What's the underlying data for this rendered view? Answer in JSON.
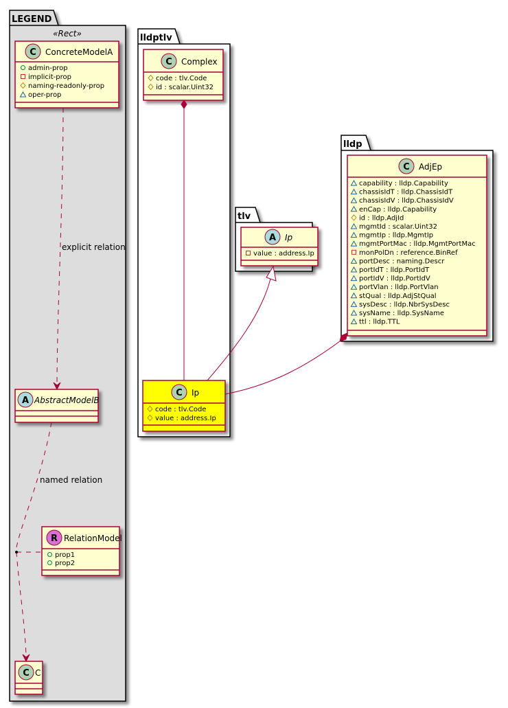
{
  "colors": {
    "class_fill": "#FEFECE",
    "class_border": "#A80036",
    "highlight_fill": "#FFFF00",
    "legend_fill": "#DDDDDD",
    "circle_class": "#ADD1B2",
    "circle_abstract": "#A9DCDF",
    "circle_relation": "#DA70D6",
    "vis_admin": "#038048",
    "vis_implicit": "#C82930",
    "vis_naming": "#B38D22",
    "vis_oper": "#1963A0"
  },
  "packages": {
    "legend": {
      "name": "LEGEND",
      "stereotype": "«Rect»"
    },
    "lldptlv": {
      "name": "lldptlv"
    },
    "tlv": {
      "name": "tlv"
    },
    "lldp": {
      "name": "lldp"
    }
  },
  "classes": {
    "concreteModelA": {
      "kind": "C",
      "name": "ConcreteModelA",
      "attrs": [
        {
          "vis": "admin",
          "text": "admin-prop"
        },
        {
          "vis": "implicit",
          "text": "implicit-prop"
        },
        {
          "vis": "naming",
          "text": "naming-readonly-prop"
        },
        {
          "vis": "oper",
          "text": "oper-prop"
        }
      ]
    },
    "abstractModelB": {
      "kind": "A",
      "name": "AbstractModelB",
      "attrs": []
    },
    "relationModel": {
      "kind": "R",
      "name": "RelationModel",
      "attrs": [
        {
          "vis": "admin",
          "text": "prop1"
        },
        {
          "vis": "admin",
          "text": "prop2"
        }
      ]
    },
    "c": {
      "kind": "C",
      "name": "C",
      "attrs": []
    },
    "complex": {
      "kind": "C",
      "name": "Complex",
      "attrs": [
        {
          "vis": "naming",
          "text": "code : tlv.Code"
        },
        {
          "vis": "naming",
          "text": "id : scalar.Uint32"
        }
      ]
    },
    "ipLldptlv": {
      "kind": "C",
      "name": "Ip",
      "attrs": [
        {
          "vis": "naming",
          "text": "code : tlv.Code"
        },
        {
          "vis": "naming",
          "text": "value : address.Ip"
        }
      ]
    },
    "ipTlv": {
      "kind": "A",
      "name": "Ip",
      "attrs": [
        {
          "vis": "implicit",
          "text": "value : address.Ip"
        }
      ]
    },
    "adjEp": {
      "kind": "C",
      "name": "AdjEp",
      "attrs": [
        {
          "vis": "oper",
          "text": "capability : lldp.Capability"
        },
        {
          "vis": "oper",
          "text": "chassisIdT : lldp.ChassisIdT"
        },
        {
          "vis": "oper",
          "text": "chassisIdV : lldp.ChassisIdV"
        },
        {
          "vis": "oper",
          "text": "enCap : lldp.Capability"
        },
        {
          "vis": "naming",
          "text": "id : lldp.AdjId"
        },
        {
          "vis": "oper",
          "text": "mgmtId : scalar.Uint32"
        },
        {
          "vis": "oper",
          "text": "mgmtIp : lldp.MgmtIp"
        },
        {
          "vis": "oper",
          "text": "mgmtPortMac : lldp.MgmtPortMac"
        },
        {
          "vis": "implicit",
          "text": "monPolDn : reference.BinRef"
        },
        {
          "vis": "oper",
          "text": "portDesc : naming.Descr"
        },
        {
          "vis": "oper",
          "text": "portIdT : lldp.PortIdT"
        },
        {
          "vis": "oper",
          "text": "portIdV : lldp.PortIdV"
        },
        {
          "vis": "oper",
          "text": "portVlan : lldp.PortVlan"
        },
        {
          "vis": "oper",
          "text": "stQual : lldp.AdjStQual"
        },
        {
          "vis": "oper",
          "text": "sysDesc : lldp.NbrSysDesc"
        },
        {
          "vis": "oper",
          "text": "sysName : lldp.SysName"
        },
        {
          "vis": "oper",
          "text": "ttl : lldp.TTL"
        }
      ]
    }
  },
  "relations": {
    "explicit_label": "explicit relation",
    "named_label": "named relation"
  }
}
